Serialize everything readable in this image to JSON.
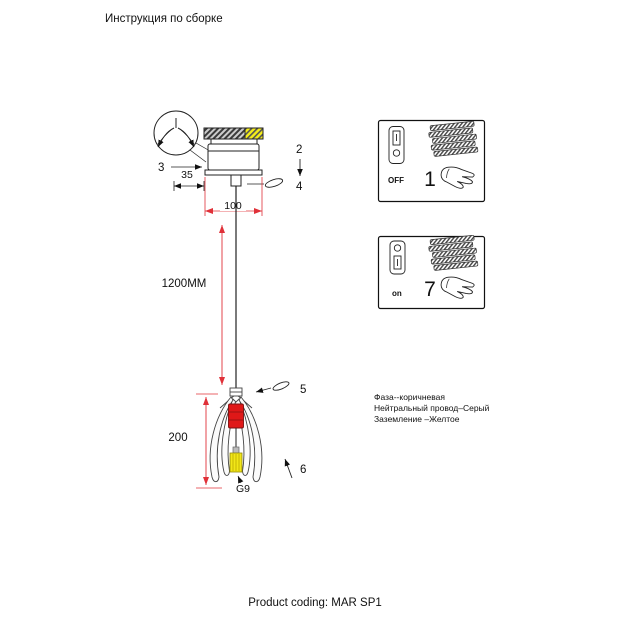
{
  "page": {
    "title": "Инструкция по сборке",
    "product_coding": "Product coding: MAR SP1"
  },
  "diagram": {
    "steps": {
      "step2": "2",
      "step3": "3",
      "step4": "4",
      "step5": "5",
      "step6": "6"
    },
    "dimensions": {
      "canopy": "35",
      "canopy_base": "100",
      "wire": "1200MM",
      "shade": "200"
    },
    "bulb_socket_label": "G9"
  },
  "panels": {
    "power_off": {
      "switch_label": "OFF",
      "step": "1"
    },
    "power_on": {
      "switch_label": "on",
      "step": "7"
    }
  },
  "wiring_legend": {
    "line1": "Фаза--коричневая",
    "line2": "Нейтральный провод–Серый",
    "line3": "Заземление –Желтое"
  },
  "icons": {
    "detail": "spring-clip-detail-icon",
    "switch_off": "rocker-switch-off-icon",
    "switch_on": "rocker-switch-on-icon",
    "wires": "striped-wires-icon",
    "hand": "hand-strip-wire-icon"
  },
  "colors": {
    "dimension_red": "#e03038",
    "socket_red": "#e01818",
    "bulb_yellow": "#f2e718",
    "plate_yellow": "#f6ee1a"
  }
}
